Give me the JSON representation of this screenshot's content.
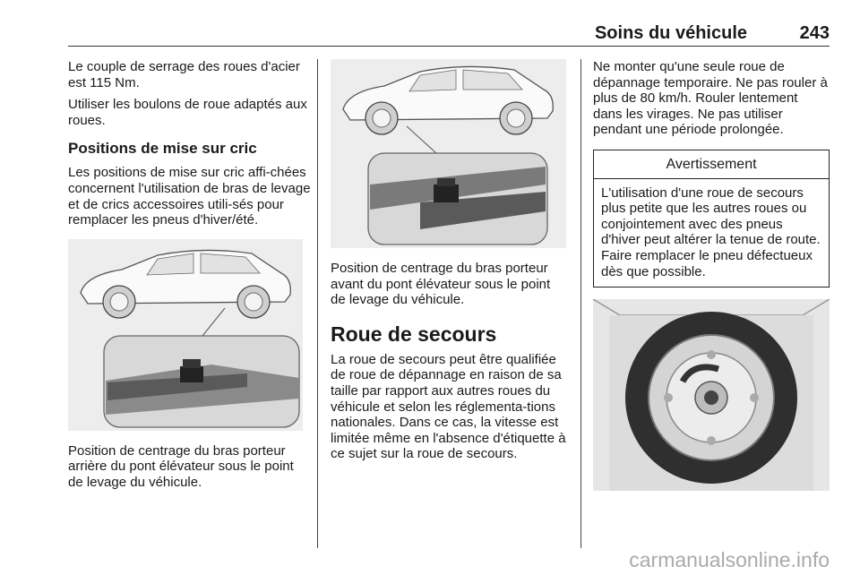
{
  "header": {
    "title": "Soins du véhicule",
    "page_number": "243"
  },
  "col1": {
    "p1": "Le couple de serrage des roues d'acier est 115 Nm.",
    "p2": "Utiliser les boulons de roue adaptés aux roues.",
    "heading": "Positions de mise sur cric",
    "p3": "Les positions de mise sur cric affi-chées concernent l'utilisation de bras de levage et de crics accessoires utili-sés pour remplacer les pneus d'hiver/été.",
    "caption": "Position de centrage du bras porteur arrière du pont élévateur sous le point de levage du véhicule."
  },
  "col2": {
    "caption": "Position de centrage du bras porteur avant du pont élévateur sous le point de levage du véhicule.",
    "heading": "Roue de secours",
    "p1": "La roue de secours peut être qualifiée de roue de dépannage en raison de sa taille par rapport aux autres roues du véhicule et selon les réglementa-tions nationales. Dans ce cas, la vitesse est limitée même en l'absence d'étiquette à ce sujet sur la roue de secours."
  },
  "col3": {
    "p1": "Ne monter qu'une seule roue de dépannage temporaire. Ne pas rouler à plus de 80 km/h. Rouler lentement dans les virages. Ne pas utiliser pendant une période prolongée.",
    "warning_title": "Avertissement",
    "warning_text": "L'utilisation d'une roue de secours plus petite que les autres roues ou conjointement avec des pneus d'hiver peut altérer la tenue de route. Faire remplacer le pneu défectueux dès que possible."
  },
  "watermark": "carmanualsonline.info"
}
